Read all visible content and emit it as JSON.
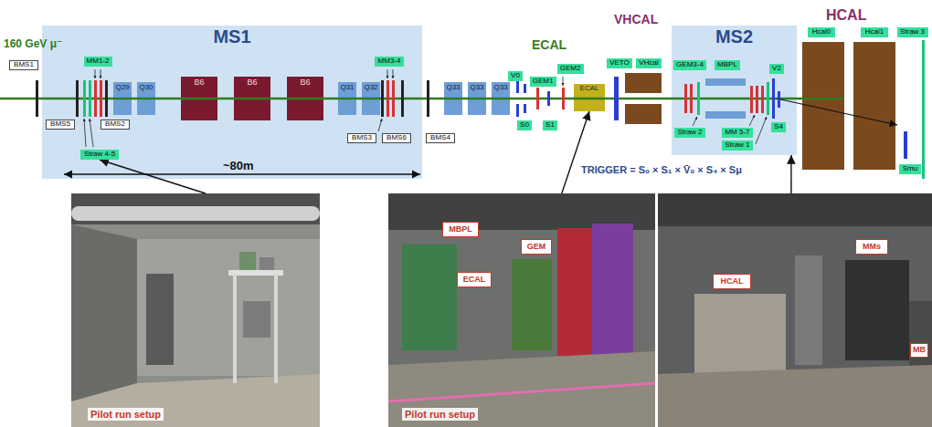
{
  "diagram": {
    "nodes": [
      {
        "text": [
          "BMS1"
        ]
      },
      {
        "text": [
          "MS1"
        ]
      },
      {
        "text": [
          "MM1-2"
        ],
        "in": 1
      },
      {
        "text": [
          "BMS5"
        ],
        "in": 1
      },
      {
        "text": [
          "BMS2"
        ],
        "in": 1
      },
      {
        "text": [
          "Straw 4-5"
        ],
        "in": 1
      },
      {
        "text": [
          "Q29"
        ],
        "in": 1
      },
      {
        "text": [
          "Q30"
        ],
        "in": 1
      },
      {
        "text": [
          "B6"
        ],
        "in": 1
      },
      {
        "text": [
          "B6"
        ],
        "in": 1
      },
      {
        "text": [
          "B6"
        ],
        "in": 1
      },
      {
        "text": [
          "Q31"
        ],
        "in": 1
      },
      {
        "text": [
          "Q32"
        ],
        "in": 1
      },
      {
        "text": [
          "MM3-4"
        ],
        "in": 1
      },
      {
        "text": [
          "BMS3"
        ],
        "in": 1
      },
      {
        "text": [
          "BMS6"
        ],
        "in": 1
      },
      {
        "text": [
          "BMS4"
        ]
      },
      {
        "text": [
          "Q33"
        ]
      },
      {
        "text": [
          "Q33"
        ]
      },
      {
        "text": [
          "Q33"
        ]
      },
      {
        "text": [
          "V0"
        ]
      },
      {
        "text": [
          "S0"
        ]
      },
      {
        "text": [
          "GEM1"
        ]
      },
      {
        "text": [
          "S1"
        ]
      },
      {
        "text": [
          "GEM2"
        ]
      },
      {
        "text": [
          "ECAL"
        ]
      },
      {
        "text": [
          "VETO"
        ]
      },
      {
        "text": [
          "VHcal"
        ]
      },
      {
        "text": [
          "MS2"
        ]
      },
      {
        "text": [
          "GEM3-4"
        ],
        "in": 28
      },
      {
        "text": [
          "Straw 2"
        ],
        "in": 28
      },
      {
        "text": [
          "MBPL"
        ],
        "in": 28
      },
      {
        "text": [
          "MM 5-7"
        ],
        "in": 28
      },
      {
        "text": [
          "Straw 1"
        ],
        "in": 28
      },
      {
        "text": [
          "V2"
        ],
        "in": 28
      },
      {
        "text": [
          "S4"
        ],
        "in": 28
      },
      {
        "text": [
          "Hcal0"
        ]
      },
      {
        "text": [
          "Hcal1"
        ]
      },
      {
        "text": [
          "Straw 3"
        ]
      },
      {
        "text": [
          "Smu"
        ]
      },
      {
        "text": [
          "Pilot run setup"
        ]
      },
      {
        "text": [
          "Pilot run setup"
        ]
      },
      {
        "text": [
          "MBPL"
        ],
        "in": 41
      },
      {
        "text": [
          "GEM"
        ],
        "in": 41
      },
      {
        "text": [
          "ECAL"
        ],
        "in": 41
      },
      {
        "text": [
          "HCAL"
        ],
        "in": 41
      },
      {
        "text": [
          "MMs"
        ],
        "in": 41
      },
      {
        "text": [
          "MB"
        ],
        "in": 41
      }
    ],
    "edges": [
      {
        "from": 40,
        "to": 5,
        "arrow": "to"
      },
      {
        "from": 41,
        "to": 25,
        "arrow": "to"
      },
      {
        "from": 41,
        "to": 28,
        "arrow": "to"
      }
    ],
    "labels": [
      "160 GeV μ⁻",
      "ECAL",
      "VHCAL",
      "HCAL",
      "~80m",
      "TRIGGER = S₀ × S₁ × V̄₀ × S₄ × Sμ"
    ]
  }
}
